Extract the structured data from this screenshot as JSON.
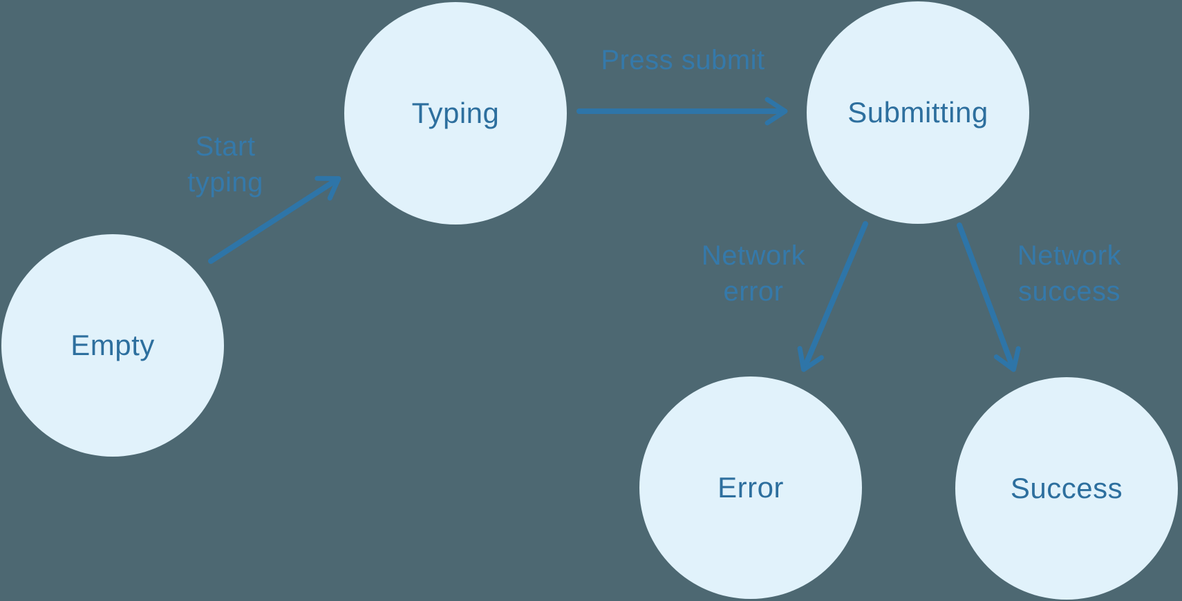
{
  "diagram": {
    "type": "state-machine",
    "colors": {
      "background": "#4d6872",
      "node-fill": "#e1f2fb",
      "node-text": "#2d6f9e",
      "edge": "#2e75a8",
      "edge-label": "#3579aa"
    },
    "states": [
      {
        "id": "empty",
        "label": "Empty"
      },
      {
        "id": "typing",
        "label": "Typing"
      },
      {
        "id": "submitting",
        "label": "Submitting"
      },
      {
        "id": "error",
        "label": "Error"
      },
      {
        "id": "success",
        "label": "Success"
      }
    ],
    "transitions": [
      {
        "from": "empty",
        "to": "typing",
        "label_lines": [
          "Start",
          "typing"
        ]
      },
      {
        "from": "typing",
        "to": "submitting",
        "label_lines": [
          "Press submit"
        ]
      },
      {
        "from": "submitting",
        "to": "error",
        "label_lines": [
          "Network",
          "error"
        ]
      },
      {
        "from": "submitting",
        "to": "success",
        "label_lines": [
          "Network",
          "success"
        ]
      }
    ]
  }
}
